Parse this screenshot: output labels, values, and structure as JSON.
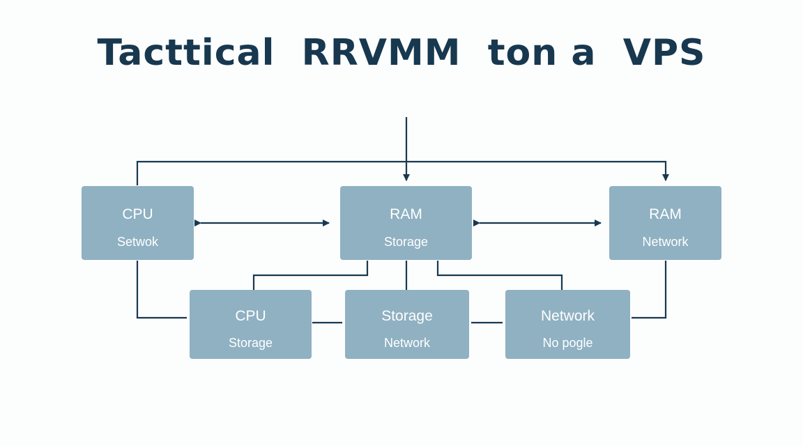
{
  "title": "Tacttical  RRVMM  ton a  VPS",
  "colors": {
    "node_fill": "#8fb1c2",
    "node_text": "#ffffff",
    "line": "#17384f",
    "title": "#17384f",
    "background": "#fcfdfd"
  },
  "nodes": {
    "top_left": {
      "primary": "CPU",
      "secondary": "Setwok"
    },
    "top_center": {
      "primary": "RAM",
      "secondary": "Storage"
    },
    "top_right": {
      "primary": "RAM",
      "secondary": "Network"
    },
    "bottom_left": {
      "primary": "CPU",
      "secondary": "Storage"
    },
    "bottom_center": {
      "primary": "Storage",
      "secondary": "Network"
    },
    "bottom_right": {
      "primary": "Network",
      "secondary": "No pogle"
    }
  },
  "edges": [
    {
      "from": "top_left",
      "to": "top_center",
      "arrows": "both"
    },
    {
      "from": "top_center",
      "to": "top_right",
      "arrows": "both"
    },
    {
      "from": "top_left",
      "to": "top_right",
      "arrows": "end"
    },
    {
      "from": "top_center",
      "to": "bottom_left",
      "arrows": "none"
    },
    {
      "from": "top_center",
      "to": "bottom_center",
      "arrows": "none"
    },
    {
      "from": "top_center",
      "to": "bottom_right",
      "arrows": "none"
    },
    {
      "from": "top_left",
      "to": "bottom_left",
      "arrows": "none"
    },
    {
      "from": "bottom_left",
      "to": "bottom_center",
      "arrows": "none"
    },
    {
      "from": "bottom_center",
      "to": "bottom_right",
      "arrows": "none"
    },
    {
      "from": "bottom_right",
      "to": "top_right",
      "arrows": "none"
    }
  ]
}
